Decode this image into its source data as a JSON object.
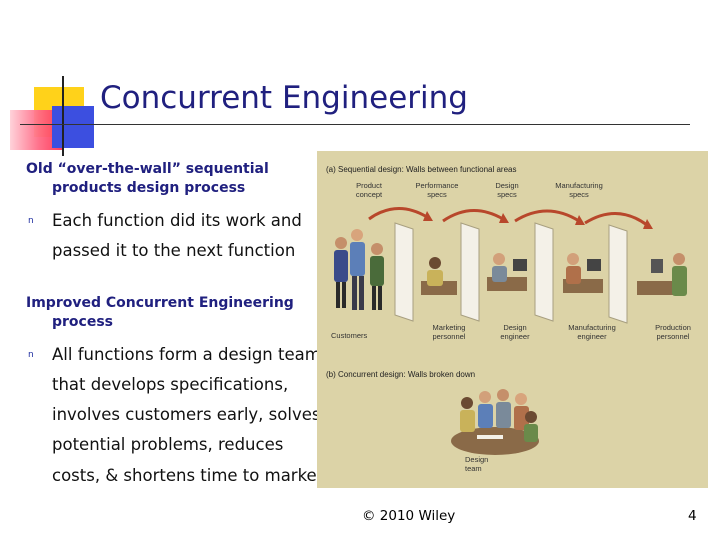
{
  "title": "Concurrent Engineering",
  "sections": [
    {
      "heading_line1": "Old “over-the-wall” sequential",
      "heading_line2": "products design process",
      "bullet_lines": [
        "Each function did its work and",
        "passed it to the next function"
      ]
    },
    {
      "heading_line1": "Improved Concurrent Engineering",
      "heading_line2": "process",
      "bullet_lines": [
        "All functions form a design team",
        "that develops specifications,",
        "involves customers early, solves",
        "potential problems, reduces",
        "costs, & shortens time to market"
      ]
    }
  ],
  "bullet_glyph": "n",
  "figure": {
    "caption_a": "(a) Sequential design: Walls between functional areas",
    "caption_b": "(b) Concurrent design: Walls broken down",
    "stages": [
      {
        "line1": "Product",
        "line2": "concept"
      },
      {
        "line1": "Performance",
        "line2": "specs"
      },
      {
        "line1": "Design",
        "line2": "specs"
      },
      {
        "line1": "Manufacturing",
        "line2": "specs"
      }
    ],
    "roles": [
      {
        "line1": "Customers",
        "line2": ""
      },
      {
        "line1": "Marketing",
        "line2": "personnel"
      },
      {
        "line1": "Design",
        "line2": "engineer"
      },
      {
        "line1": "Manufacturing",
        "line2": "engineer"
      },
      {
        "line1": "Production",
        "line2": "personnel"
      }
    ],
    "team_line1": "Design",
    "team_line2": "team"
  },
  "footer": "© 2010 Wiley",
  "page_number": "4",
  "colors": {
    "title": "#20207f",
    "accent_yellow": "#ffd21a",
    "accent_blue": "#3c4fe0",
    "accent_red": "#ff3355",
    "figure_bg": "#dcd3a7"
  }
}
